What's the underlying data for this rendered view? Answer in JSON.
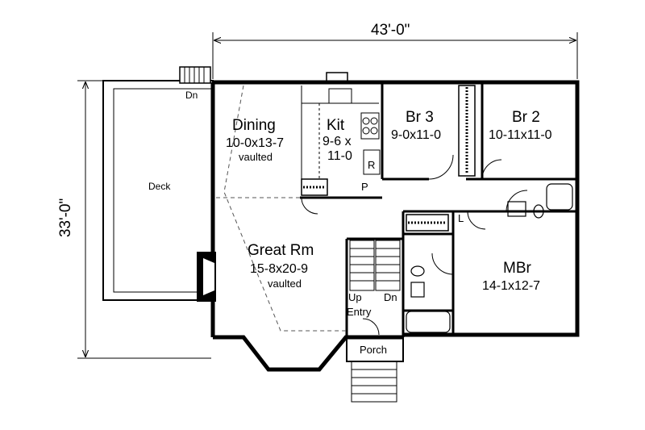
{
  "dimensions": {
    "width": "43'-0\"",
    "depth": "33'-0\""
  },
  "rooms": {
    "deck": {
      "name": "Deck"
    },
    "dining": {
      "name": "Dining",
      "size": "10-0x13-7",
      "note": "vaulted"
    },
    "kitchen": {
      "name": "Kit",
      "size_line1": "9-6 x",
      "size_line2": "11-0"
    },
    "br3": {
      "name": "Br 3",
      "size": "9-0x11-0"
    },
    "br2": {
      "name": "Br 2",
      "size": "10-11x11-0"
    },
    "great_room": {
      "name": "Great Rm",
      "size": "15-8x20-9",
      "note": "vaulted"
    },
    "master": {
      "name": "MBr",
      "size": "14-1x12-7"
    },
    "entry": {
      "name": "Entry"
    },
    "porch": {
      "name": "Porch"
    }
  },
  "marks": {
    "deck_down": "Dn",
    "stair_up": "Up",
    "stair_down": "Dn",
    "refrigerator": "R",
    "pantry": "P",
    "linen": "L"
  }
}
